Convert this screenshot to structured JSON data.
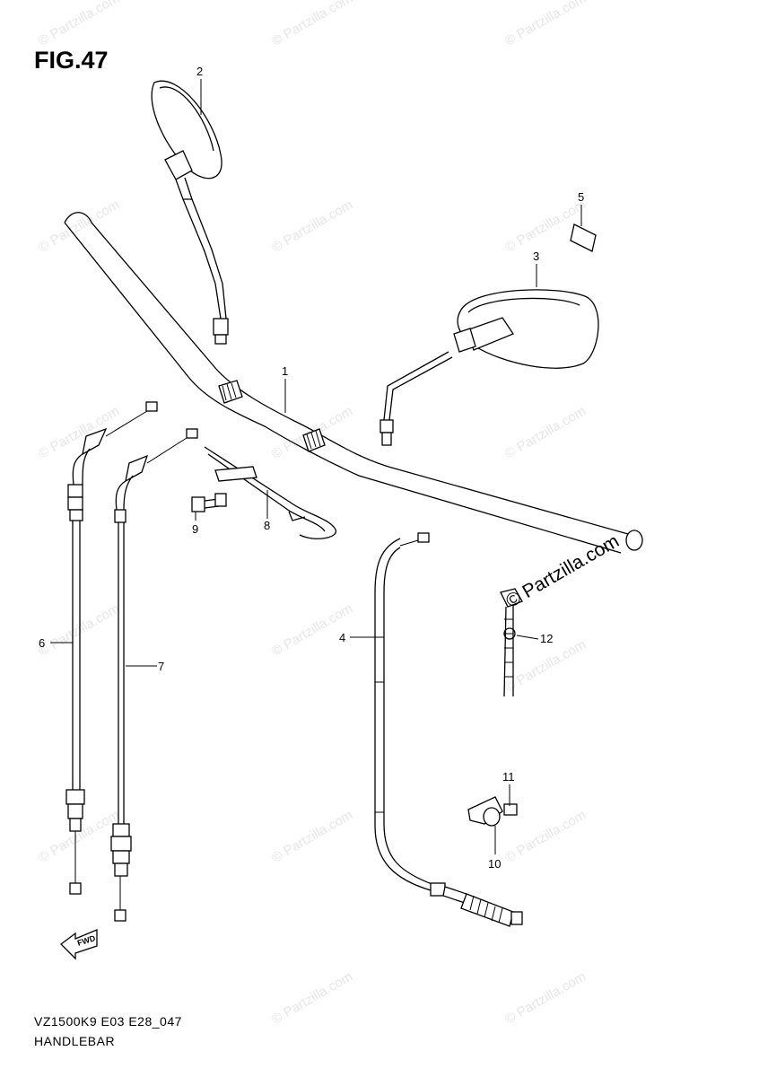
{
  "figure": {
    "title": "FIG.47",
    "model_code": "VZ1500K9 E03 E28_047",
    "name": "HANDLEBAR",
    "front_marker": "FWD"
  },
  "callouts": [
    {
      "number": "1",
      "part": "handlebar"
    },
    {
      "number": "2",
      "part": "mirror-left"
    },
    {
      "number": "3",
      "part": "mirror-right"
    },
    {
      "number": "4",
      "part": "clutch-cable"
    },
    {
      "number": "5",
      "part": "label"
    },
    {
      "number": "6",
      "part": "throttle-cable-1"
    },
    {
      "number": "7",
      "part": "throttle-cable-2"
    },
    {
      "number": "8",
      "part": "cable-guide"
    },
    {
      "number": "9",
      "part": "bolt"
    },
    {
      "number": "10",
      "part": "clamp"
    },
    {
      "number": "11",
      "part": "clamp-bolt"
    },
    {
      "number": "12",
      "part": "cable-tie"
    }
  ],
  "watermark": {
    "logo_text": "© Partzilla.com",
    "tile_text": "© Partzilla.com"
  }
}
